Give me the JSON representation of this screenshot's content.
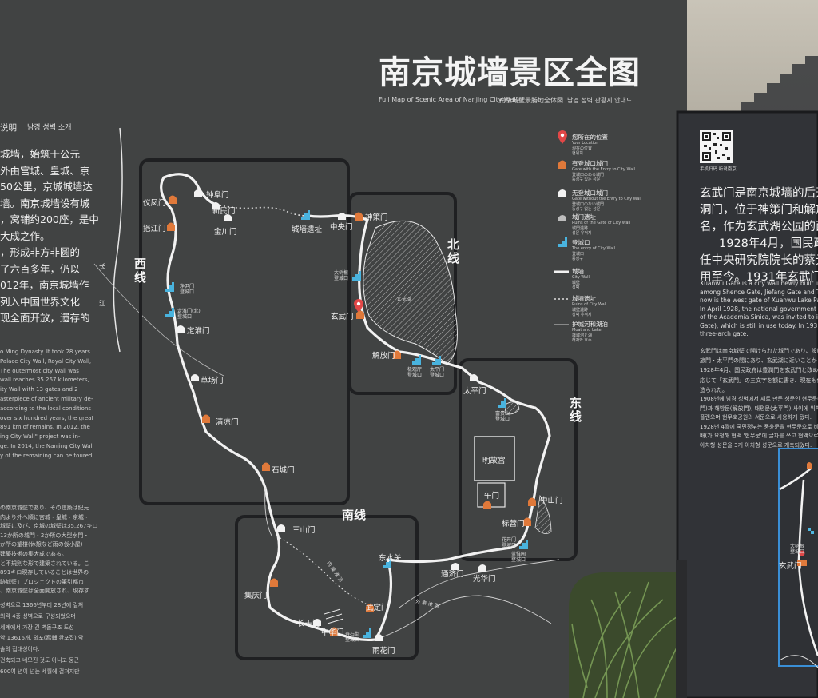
{
  "title": "南京城墙景区全图",
  "subtitle_en": "Full Map of Scenic Area of Nanjing City Wall",
  "subtitle_jp": "南京城壁景勝地全体図",
  "subtitle_kr": "남경 성벽 관광지 안내도",
  "left_panel": {
    "heading_cn_partial": "说明",
    "heading_kr": "남경 성벽 소개",
    "cn_lines": [
      "城墙，始筑于公元",
      "外由宫城、皇城、京",
      "50公里，京城城墙达",
      "墙。南京城墙设有城",
      "，窝铺约200座，是中",
      "大成之作。",
      "，形成非方非圆的",
      "了六百多年，仍以",
      "012年，南京城墙作",
      "列入中国世界文化",
      "现全面开放，遗存的"
    ],
    "en_lines": [
      "o Ming Dynasty. It took 28 years",
      "Palace City Wall, Royal City Wall,",
      "The outermost city Wall was",
      "wall reaches 35.267 kilometers,",
      "ity Wall with 13 gates and 2",
      "asterpiece of ancient military de-",
      "according to the local conditions",
      "over six hundred years, the great",
      "891 km of remains. In 2012, the",
      "ing City Wall\" project was in-",
      "ge. In 2014, the Nanjing City Wall",
      "y of the remaining can be toured"
    ],
    "jp_lines": [
      "の南京城壁であり、その建築は紀元",
      "内より外へ順に宮城・皇城・京城・",
      "城壁に及び、京城の城壁は35.267キロ",
      "13か所の城門・2か所の大型水門・",
      "か所の望楼(休憩など雨の仮小屋)",
      "建築技術の集大成である。",
      "と不規則な形で建築されている。こ",
      "891キロ現存していることは世界の",
      "跡城壁」プロジェクトの筆引都市",
      "、南京城壁は全面開放され、現存す"
    ],
    "kr_lines": [
      "성벽으로 1366년부터 28년에 걸쳐",
      "외곽 4중 성벽으로 구성되었으며",
      "세계에서 가장 긴 벽돌구조 도성",
      "약 13616개, 와포(窩鋪,완포집) 약",
      "술의 집대성이다.",
      "건축되고 네모진 것도 아니고 둥근",
      "600여 년이 넘는 세월에 걸쳐지만"
    ]
  },
  "map": {
    "river_label": [
      "长",
      "江"
    ],
    "lines": {
      "west": [
        "西",
        "线"
      ],
      "north": [
        "北",
        "线"
      ],
      "east": [
        "东",
        "线"
      ],
      "south": "南线"
    },
    "gates": {
      "yifengmen": "仪凤门",
      "zhongfumen": "钟阜门",
      "jinchuanmen": "金川门",
      "xinminmen": "新民门",
      "chengqiangyizhi": "城墙遗址",
      "zhongyangmen": "中央门",
      "shencemen": "神策门",
      "yijiangmen": "挹江门",
      "dingtaimen": "定淮门",
      "caochangmen": "草场门",
      "qingliangmen": "清凉门",
      "shichengmen": "石城门",
      "xuanwumen": "玄武门",
      "jiefangmen": "解放门",
      "taipingmen": "太平门",
      "zhongshanmen": "中山门",
      "mingugong": "明故宫",
      "wumen": "午门",
      "biaoyingmen": "标营门",
      "dongshuiguan": "东水关",
      "tongjimen": "通济门",
      "guanghuamen": "光华门",
      "sanshanmen": "三山门",
      "jiqingmen": "集庆门",
      "changganmen": "长干门",
      "zhonghuamen": "中华门",
      "wudingmen": "武定门",
      "yuhuamen": "雨花门"
    },
    "small_labels": {
      "xuanwu_lake": "玄 武 湖",
      "outer_moat": "外 秦 淮 河",
      "inner_river": "内 秦 淮 河",
      "jingchaomen": [
        "净尹门",
        "登城口"
      ],
      "dingtaimen_north": [
        "定淮门(北)",
        "登城口"
      ],
      "dashimen": [
        "大树根",
        "登城口"
      ],
      "jietuoting": [
        "极观厅",
        "登城口"
      ],
      "taipingmen_entry": [
        "太平门",
        "登城口"
      ],
      "fugui": [
        "富贵山",
        "登城口"
      ],
      "biaoying_entry": [
        "花开门",
        "登城口"
      ],
      "guanghua_entry": [
        "蓝惟园",
        "登城口"
      ],
      "zhonghua_entry": [
        "寿石街",
        "登城口"
      ]
    }
  },
  "legend": [
    {
      "label": "您所在的位置",
      "sub": [
        "Your Location",
        "現在の位置",
        "현위치"
      ]
    },
    {
      "label": "有登城口城门",
      "sub": [
        "Gate with the Entry to City Wall",
        "登城口のある城門",
        "등성구 있는 성문"
      ]
    },
    {
      "label": "无登城口城门",
      "sub": [
        "Gate without the Entry to City Wall",
        "登城口のない城門",
        "등성구 없는 성문"
      ]
    },
    {
      "label": "城门遗址",
      "sub": [
        "Ruins of the Gate of City Wall",
        "城門遺跡",
        "성문 유적지"
      ]
    },
    {
      "label": "登城口",
      "sub": [
        "The entry of City Wall",
        "登城口",
        "등성구"
      ]
    },
    {
      "label": "城墙",
      "sub": [
        "City Wall",
        "城壁",
        "성벽"
      ]
    },
    {
      "label": "城墙遗址",
      "sub": [
        "Ruins of City Wall",
        "城壁遺跡",
        "성벽 유적지"
      ]
    },
    {
      "label": "护城河和湖泊",
      "sub": [
        "Moat and Lake",
        "護城河と湖",
        "해자와 호수"
      ]
    }
  ],
  "right_panel": {
    "qr_caption": [
      "手机扫码",
      "听说南京"
    ],
    "cn_lines": [
      "玄武门是南京城墙的后开",
      "洞门，位于神策门和解放门、太平",
      "名，作为玄武湖公园的西门。",
      "1928年4月，国民政府将丰",
      "任中央研究院院长的蔡元培先生",
      "用至今。1931年玄武门由单孔券门"
    ],
    "en_lines": [
      "Xuanwu Gate is a city wall newly built in 1908. It was",
      "among Shence Gate, Jiefang Gate and Taiping Gate. It is",
      "now is the west gate of Xuanwu Lake Park.",
      "In April 1928, the national government renamed it Xuan",
      "of the Academia Sinica, was invited to inscribe the Chin",
      "Gate), which is still in use today. In 1931, the gate wa",
      "three-arch gate."
    ],
    "jp_lines": [
      "玄武門は南京城壁で開けられた城門であり、設け",
      "旅門・太平門の間にあり、玄武湖に近いことからこ",
      "1928年4月、国民政府は豊潤門を玄武門と改め、192",
      "応じて「玄武門」の三文字を額に書き、現在も使用されてい",
      "造られた。"
    ],
    "kr_lines": [
      "1908년에 남경 성벽에서 새로 만든 성문인 현무문(玄武門)",
      "門)과 해방문(解放門), 태평문(太平門) 사이에 위치하고 있으며",
      "플랜으며 현무호공원의 서문으로 사용하게 됐다.",
      "1928년 4월에 국민정부는 풍윤문을 현무문으로 바꿨다. 192",
      "배(가 요청해 현액 '현무문'에 글자를 쓰고 현액으로 지금까지",
      "아치형 성문을 3개 아치형 성문으로 개축되었다."
    ],
    "inset_labels": {
      "dashimen": [
        "大树根",
        "登城口"
      ],
      "xuanwumen": "玄武门"
    }
  }
}
